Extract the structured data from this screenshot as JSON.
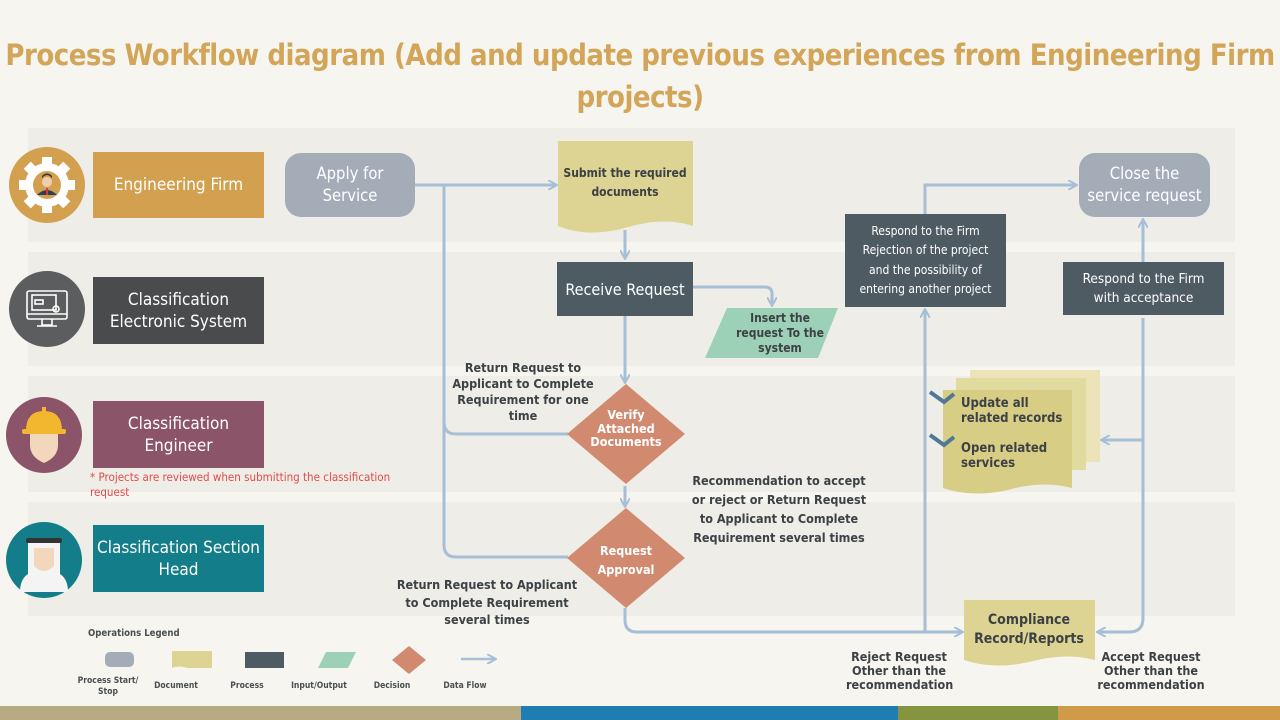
{
  "title": "Process Workflow diagram (Add and update previous experiences  from Engineering Firm projects)",
  "lanes": [
    {
      "role": "Engineering Firm",
      "color": "#d2a04f",
      "avatar_color": "#d2a04f",
      "icon": "gear-person-icon"
    },
    {
      "role": "Classification Electronic System",
      "color": "#4a4b4c",
      "avatar_color": "#5c5d5e",
      "icon": "computer-monitor-icon"
    },
    {
      "role": "Classification Engineer",
      "color": "#8b5468",
      "avatar_color": "#8b5468",
      "icon": "hard-hat-engineer-icon"
    },
    {
      "role": "Classification Section Head",
      "color": "#137e8a",
      "avatar_color": "#137e8a",
      "icon": "section-head-person-icon"
    }
  ],
  "note": "* Projects are reviewed when submitting the classification request",
  "nodes": {
    "apply": "Apply for Service",
    "submit_docs": "Submit the required documents",
    "receive": "Receive Request",
    "insert": "Insert the request To the system",
    "verify": "Verify Attached Documents",
    "approval": "Request Approval",
    "respond_reject": "Respond to the Firm Rejection of the project and the possibility of entering another project",
    "respond_accept": "Respond to the Firm with acceptance",
    "close": "Close the service request",
    "update_records": "Update all related records",
    "open_services": "Open related services",
    "compliance": "Compliance Record/Reports"
  },
  "labels": {
    "return_one_time": "Return Request to Applicant to Complete Requirement for one time",
    "recommendation": "Recommendation to accept or reject or Return Request to Applicant to Complete Requirement several times",
    "return_several": "Return Request to Applicant to Complete Requirement several times",
    "reject_other": "Reject Request Other than the recommendation",
    "accept_other": "Accept Request Other than the recommendation"
  },
  "legend": {
    "title": "Operations Legend",
    "items": [
      "Process Start/ Stop",
      "Document",
      "Process",
      "Input/Output",
      "Decision",
      "Data Flow"
    ]
  },
  "colors": {
    "title": "#d2a558",
    "pill": "#a3acb7",
    "document": "#ddd392",
    "process": "#4f5b63",
    "io": "#9dd1b7",
    "decision": "#d18a6f",
    "flow": "#a6bfd6"
  },
  "footer_bar_colors": [
    "#b8aa82",
    "#1f7db3",
    "#85953f",
    "#cf9b48"
  ]
}
